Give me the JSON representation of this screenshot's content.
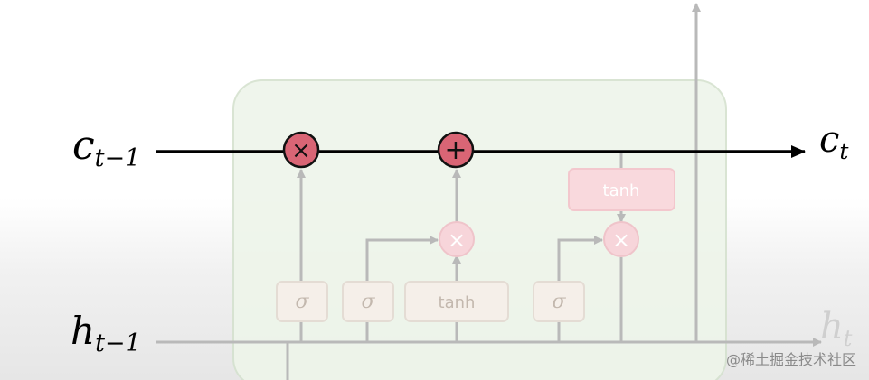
{
  "diagram": {
    "labels": {
      "c_prev": {
        "base": "c",
        "sub": "t−1"
      },
      "c_next": {
        "base": "c",
        "sub": "t"
      },
      "h_prev": {
        "base": "h",
        "sub": "t−1"
      },
      "h_next": {
        "base": "h",
        "sub": "t"
      }
    },
    "gates": {
      "forget": "σ",
      "input": "σ",
      "candidate": "tanh",
      "output": "σ",
      "cell_tanh": "tanh"
    },
    "operators": {
      "forget_multiply": "×",
      "cell_add": "+",
      "input_multiply": "×",
      "output_multiply": "×"
    }
  },
  "watermark": "@稀土掘金技术社区",
  "colors": {
    "cell_fill": "#eef5ea",
    "cell_stroke": "#d5e2cf",
    "operator_active": "#d96575",
    "operator_faded": "#f7d5da",
    "gate_fill": "#f5efe9",
    "gate_stroke": "#e4dcd4",
    "tanh_box_fill": "#f9d9dd",
    "main_line": "#000000",
    "faded_line": "#b9b9b9"
  }
}
